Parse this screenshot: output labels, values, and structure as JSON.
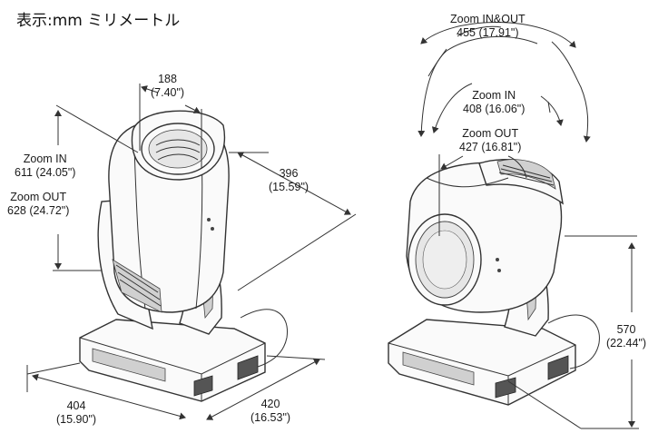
{
  "unit_label": "表示:mm ミリメートル",
  "left_fixture": {
    "head_width": {
      "mm": "188",
      "in": "(7.40\")"
    },
    "depth": {
      "mm": "396",
      "in": "(15.59\")"
    },
    "zoom_in_height": {
      "label": "Zoom IN",
      "value": "611 (24.05\")"
    },
    "zoom_out_height": {
      "label": "Zoom OUT",
      "value": "628 (24.72\")"
    },
    "base_width": {
      "mm": "404",
      "in": "(15.90\")"
    },
    "base_depth": {
      "mm": "420",
      "in": "(16.53\")"
    }
  },
  "right_fixture": {
    "zoom_in_out": {
      "label": "Zoom IN&OUT",
      "value": "455 (17.91\")"
    },
    "zoom_in": {
      "label": "Zoom IN",
      "value": "408 (16.06\")"
    },
    "zoom_out": {
      "label": "Zoom OUT",
      "value": "427 (16.81\")"
    },
    "height": {
      "mm": "570",
      "in": "(22.44\")"
    }
  }
}
